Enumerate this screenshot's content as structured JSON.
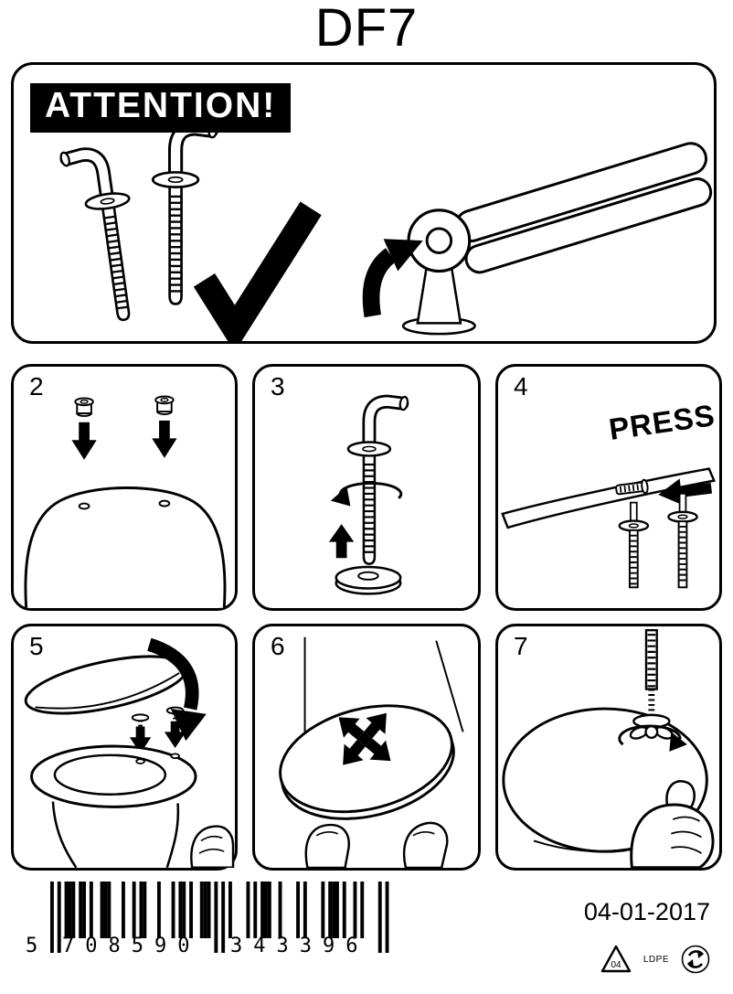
{
  "title": "DF7",
  "attention": {
    "label": "ATTENTION!"
  },
  "steps": [
    {
      "number": "2"
    },
    {
      "number": "3"
    },
    {
      "number": "4",
      "press_label": "PRESS"
    },
    {
      "number": "5"
    },
    {
      "number": "6"
    },
    {
      "number": "7"
    }
  ],
  "barcode": {
    "code": "5708590343396",
    "display_first": "5",
    "display_left": "708590",
    "display_right": "343396"
  },
  "footer": {
    "date": "04-01-2017",
    "recycle_code": "04",
    "material": "LDPE"
  },
  "colors": {
    "ink": "#000000",
    "paper": "#ffffff"
  }
}
